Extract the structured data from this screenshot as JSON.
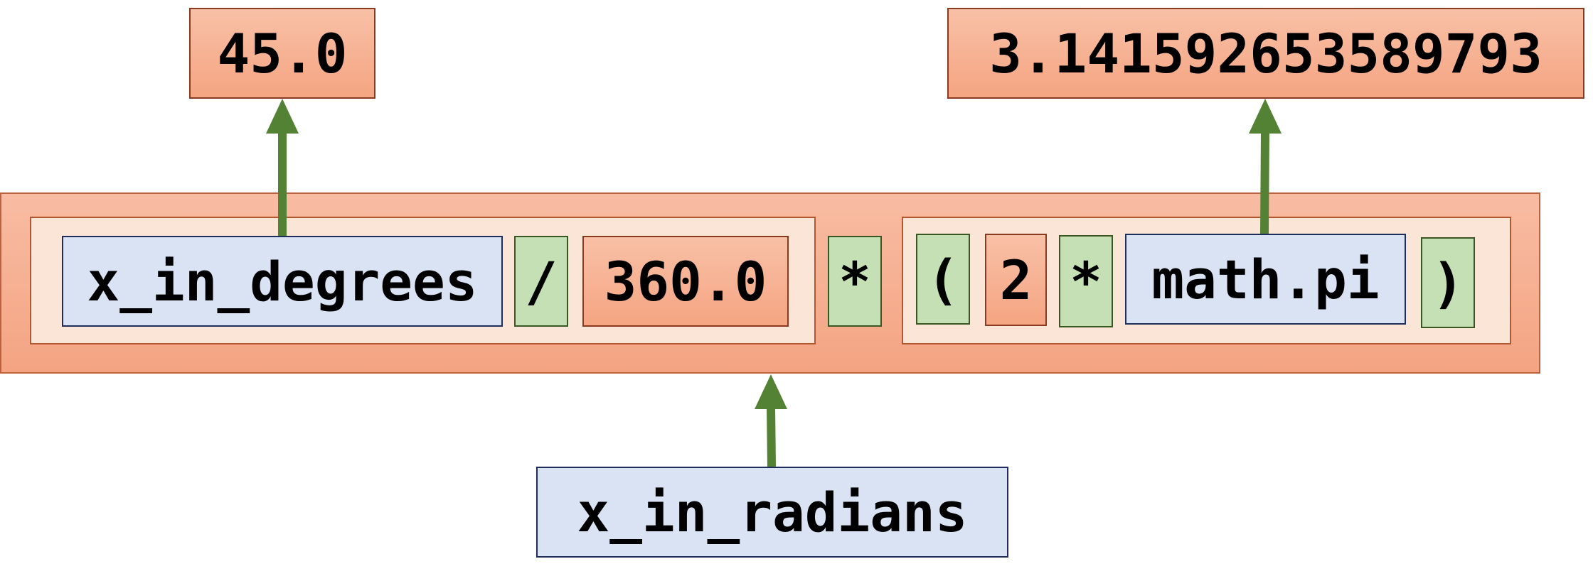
{
  "results": {
    "degrees_value": "45.0",
    "pi_value": "3.141592653589793"
  },
  "expression": {
    "x_in_degrees": "x_in_degrees",
    "divide": "/",
    "three_sixty": "360.0",
    "multiply_outer": "*",
    "open_paren": "(",
    "two": "2",
    "multiply_inner": "*",
    "math_pi": "math.pi",
    "close_paren": ")"
  },
  "target": {
    "x_in_radians": "x_in_radians"
  },
  "colors": {
    "value_fill": "#f5a582",
    "name_fill": "#dae3f3",
    "operator_fill": "#c5e0b4",
    "inner_group_fill": "#fbe5d6",
    "arrow": "#548235"
  }
}
